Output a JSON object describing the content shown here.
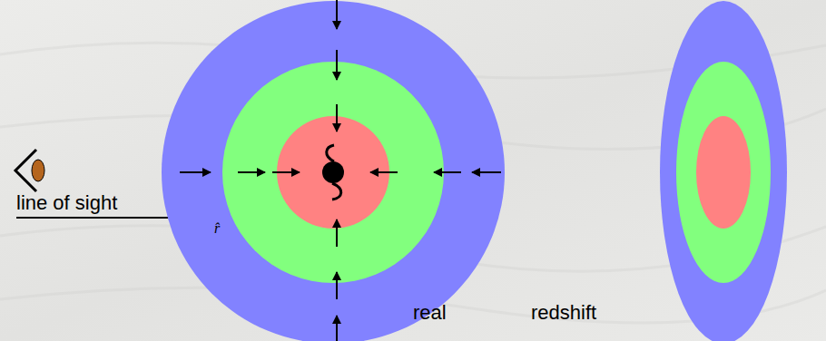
{
  "diagram": {
    "labels": [
      "line of sight",
      "r̂",
      "real",
      "redshift"
    ]
  }
}
